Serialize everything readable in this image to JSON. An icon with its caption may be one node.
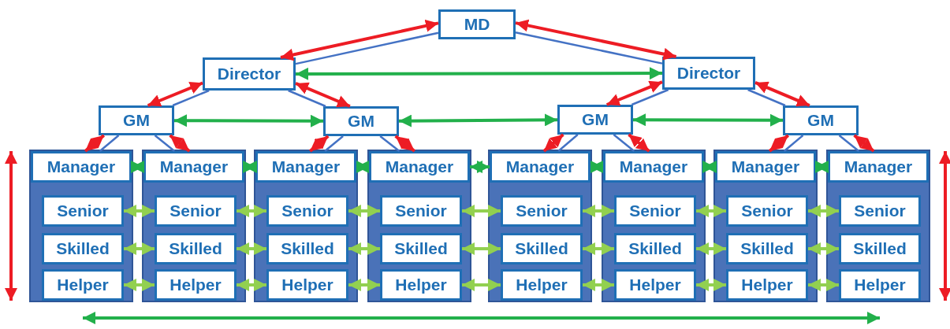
{
  "diagram": {
    "nodes": [
      {
        "text": [
          "MD"
        ]
      },
      {
        "text": [
          "Director"
        ]
      },
      {
        "text": [
          "Director"
        ]
      },
      {
        "text": [
          "GM"
        ]
      },
      {
        "text": [
          "GM"
        ]
      },
      {
        "text": [
          "GM"
        ]
      },
      {
        "text": [
          "GM"
        ]
      },
      {
        "text": [],
        "shape": "box"
      },
      {
        "text": [
          "Manager"
        ],
        "in": 7
      },
      {
        "text": [
          "Senior"
        ],
        "in": 7
      },
      {
        "text": [
          "Skilled"
        ],
        "in": 7
      },
      {
        "text": [
          "Helper"
        ],
        "in": 7
      },
      {
        "text": [],
        "shape": "box"
      },
      {
        "text": [
          "Manager"
        ],
        "in": 12
      },
      {
        "text": [
          "Senior"
        ],
        "in": 12
      },
      {
        "text": [
          "Skilled"
        ],
        "in": 12
      },
      {
        "text": [
          "Helper"
        ],
        "in": 12
      },
      {
        "text": [],
        "shape": "box"
      },
      {
        "text": [
          "Manager"
        ],
        "in": 17
      },
      {
        "text": [
          "Senior"
        ],
        "in": 17
      },
      {
        "text": [
          "Skilled"
        ],
        "in": 17
      },
      {
        "text": [
          "Helper"
        ],
        "in": 17
      },
      {
        "text": [],
        "shape": "box"
      },
      {
        "text": [
          "Manager"
        ],
        "in": 22
      },
      {
        "text": [
          "Senior"
        ],
        "in": 22
      },
      {
        "text": [
          "Skilled"
        ],
        "in": 22
      },
      {
        "text": [
          "Helper"
        ],
        "in": 22
      },
      {
        "text": [],
        "shape": "box"
      },
      {
        "text": [
          "Manager"
        ],
        "in": 27
      },
      {
        "text": [
          "Senior"
        ],
        "in": 27
      },
      {
        "text": [
          "Skilled"
        ],
        "in": 27
      },
      {
        "text": [
          "Helper"
        ],
        "in": 27
      },
      {
        "text": [],
        "shape": "box"
      },
      {
        "text": [
          "Manager"
        ],
        "in": 32
      },
      {
        "text": [
          "Senior"
        ],
        "in": 32
      },
      {
        "text": [
          "Skilled"
        ],
        "in": 32
      },
      {
        "text": [
          "Helper"
        ],
        "in": 32
      },
      {
        "text": [],
        "shape": "box"
      },
      {
        "text": [
          "Manager"
        ],
        "in": 37
      },
      {
        "text": [
          "Senior"
        ],
        "in": 37
      },
      {
        "text": [
          "Skilled"
        ],
        "in": 37
      },
      {
        "text": [
          "Helper"
        ],
        "in": 37
      },
      {
        "text": [],
        "shape": "box"
      },
      {
        "text": [
          "Manager"
        ],
        "in": 42
      },
      {
        "text": [
          "Senior"
        ],
        "in": 42
      },
      {
        "text": [
          "Skilled"
        ],
        "in": 42
      },
      {
        "text": [
          "Helper"
        ],
        "in": 42
      }
    ],
    "edges": [
      {
        "from": 0,
        "to": 1,
        "arrow": "none",
        "color": "#4472c4"
      },
      {
        "from": 0,
        "to": 2,
        "arrow": "none",
        "color": "#4472c4"
      },
      {
        "from": 1,
        "to": 3,
        "arrow": "none",
        "color": "#4472c4"
      },
      {
        "from": 1,
        "to": 4,
        "arrow": "none",
        "color": "#4472c4"
      },
      {
        "from": 2,
        "to": 5,
        "arrow": "none",
        "color": "#4472c4"
      },
      {
        "from": 2,
        "to": 6,
        "arrow": "none",
        "color": "#4472c4"
      },
      {
        "from": 3,
        "to": 8,
        "arrow": "none",
        "color": "#4472c4"
      },
      {
        "from": 3,
        "to": 13,
        "arrow": "none",
        "color": "#4472c4"
      },
      {
        "from": 4,
        "to": 18,
        "arrow": "none",
        "color": "#4472c4"
      },
      {
        "from": 4,
        "to": 23,
        "arrow": "none",
        "color": "#4472c4"
      },
      {
        "from": 5,
        "to": 28,
        "arrow": "none",
        "color": "#4472c4"
      },
      {
        "from": 5,
        "to": 33,
        "arrow": "none",
        "color": "#4472c4"
      },
      {
        "from": 6,
        "to": 38,
        "arrow": "none",
        "color": "#4472c4"
      },
      {
        "from": 6,
        "to": 43,
        "arrow": "none",
        "color": "#4472c4"
      },
      {
        "from": 0,
        "to": 1,
        "arrow": "both",
        "color": "#ed1c24"
      },
      {
        "from": 0,
        "to": 2,
        "arrow": "both",
        "color": "#ed1c24"
      },
      {
        "from": 1,
        "to": 3,
        "arrow": "both",
        "color": "#ed1c24"
      },
      {
        "from": 1,
        "to": 4,
        "arrow": "both",
        "color": "#ed1c24"
      },
      {
        "from": 2,
        "to": 5,
        "arrow": "both",
        "color": "#ed1c24"
      },
      {
        "from": 2,
        "to": 6,
        "arrow": "both",
        "color": "#ed1c24"
      },
      {
        "from": 3,
        "to": 8,
        "arrow": "both",
        "color": "#ed1c24"
      },
      {
        "from": 3,
        "to": 13,
        "arrow": "both",
        "color": "#ed1c24"
      },
      {
        "from": 4,
        "to": 18,
        "arrow": "both",
        "color": "#ed1c24"
      },
      {
        "from": 4,
        "to": 23,
        "arrow": "both",
        "color": "#ed1c24"
      },
      {
        "from": 5,
        "to": 28,
        "arrow": "both",
        "color": "#ed1c24"
      },
      {
        "from": 5,
        "to": 33,
        "arrow": "both",
        "color": "#ed1c24"
      },
      {
        "from": 6,
        "to": 38,
        "arrow": "both",
        "color": "#ed1c24"
      },
      {
        "from": 6,
        "to": 43,
        "arrow": "both",
        "color": "#ed1c24"
      },
      {
        "from": 1,
        "to": 2,
        "arrow": "both",
        "color": "#22b04b"
      },
      {
        "from": 3,
        "to": 4,
        "arrow": "both",
        "color": "#22b04b"
      },
      {
        "from": 4,
        "to": 5,
        "arrow": "both",
        "color": "#22b04b"
      },
      {
        "from": 5,
        "to": 6,
        "arrow": "both",
        "color": "#22b04b"
      },
      {
        "from": 8,
        "to": 13,
        "arrow": "both",
        "color": "#22b04b"
      },
      {
        "from": 13,
        "to": 18,
        "arrow": "both",
        "color": "#22b04b"
      },
      {
        "from": 18,
        "to": 23,
        "arrow": "both",
        "color": "#22b04b"
      },
      {
        "from": 23,
        "to": 28,
        "arrow": "both",
        "color": "#22b04b"
      },
      {
        "from": 28,
        "to": 33,
        "arrow": "both",
        "color": "#22b04b"
      },
      {
        "from": 33,
        "to": 38,
        "arrow": "both",
        "color": "#22b04b"
      },
      {
        "from": 38,
        "to": 43,
        "arrow": "both",
        "color": "#22b04b"
      },
      {
        "from": 9,
        "to": 14,
        "arrow": "both"
      },
      {
        "from": 14,
        "to": 19,
        "arrow": "both"
      },
      {
        "from": 19,
        "to": 24,
        "arrow": "both"
      },
      {
        "from": 24,
        "to": 29,
        "arrow": "both"
      },
      {
        "from": 29,
        "to": 34,
        "arrow": "both"
      },
      {
        "from": 34,
        "to": 39,
        "arrow": "both"
      },
      {
        "from": 39,
        "to": 44,
        "arrow": "both"
      },
      {
        "from": 10,
        "to": 15,
        "arrow": "both"
      },
      {
        "from": 15,
        "to": 20,
        "arrow": "both"
      },
      {
        "from": 20,
        "to": 25,
        "arrow": "both"
      },
      {
        "from": 25,
        "to": 30,
        "arrow": "both"
      },
      {
        "from": 30,
        "to": 35,
        "arrow": "both"
      },
      {
        "from": 35,
        "to": 40,
        "arrow": "both"
      },
      {
        "from": 40,
        "to": 45,
        "arrow": "both"
      },
      {
        "from": 11,
        "to": 16,
        "arrow": "both"
      },
      {
        "from": 16,
        "to": 21,
        "arrow": "both"
      },
      {
        "from": 21,
        "to": 26,
        "arrow": "both"
      },
      {
        "from": 26,
        "to": 31,
        "arrow": "both"
      },
      {
        "from": 31,
        "to": 36,
        "arrow": "both"
      },
      {
        "from": 36,
        "to": 41,
        "arrow": "both"
      },
      {
        "from": 41,
        "to": 46,
        "arrow": "both"
      },
      {
        "from": 8,
        "to": 7,
        "arrow": "both",
        "color": "#ed1c24"
      },
      {
        "from": 43,
        "to": 42,
        "arrow": "both",
        "color": "#ed1c24"
      },
      {
        "from": 11,
        "to": 46,
        "arrow": "both",
        "color": "#22b04b"
      }
    ]
  }
}
